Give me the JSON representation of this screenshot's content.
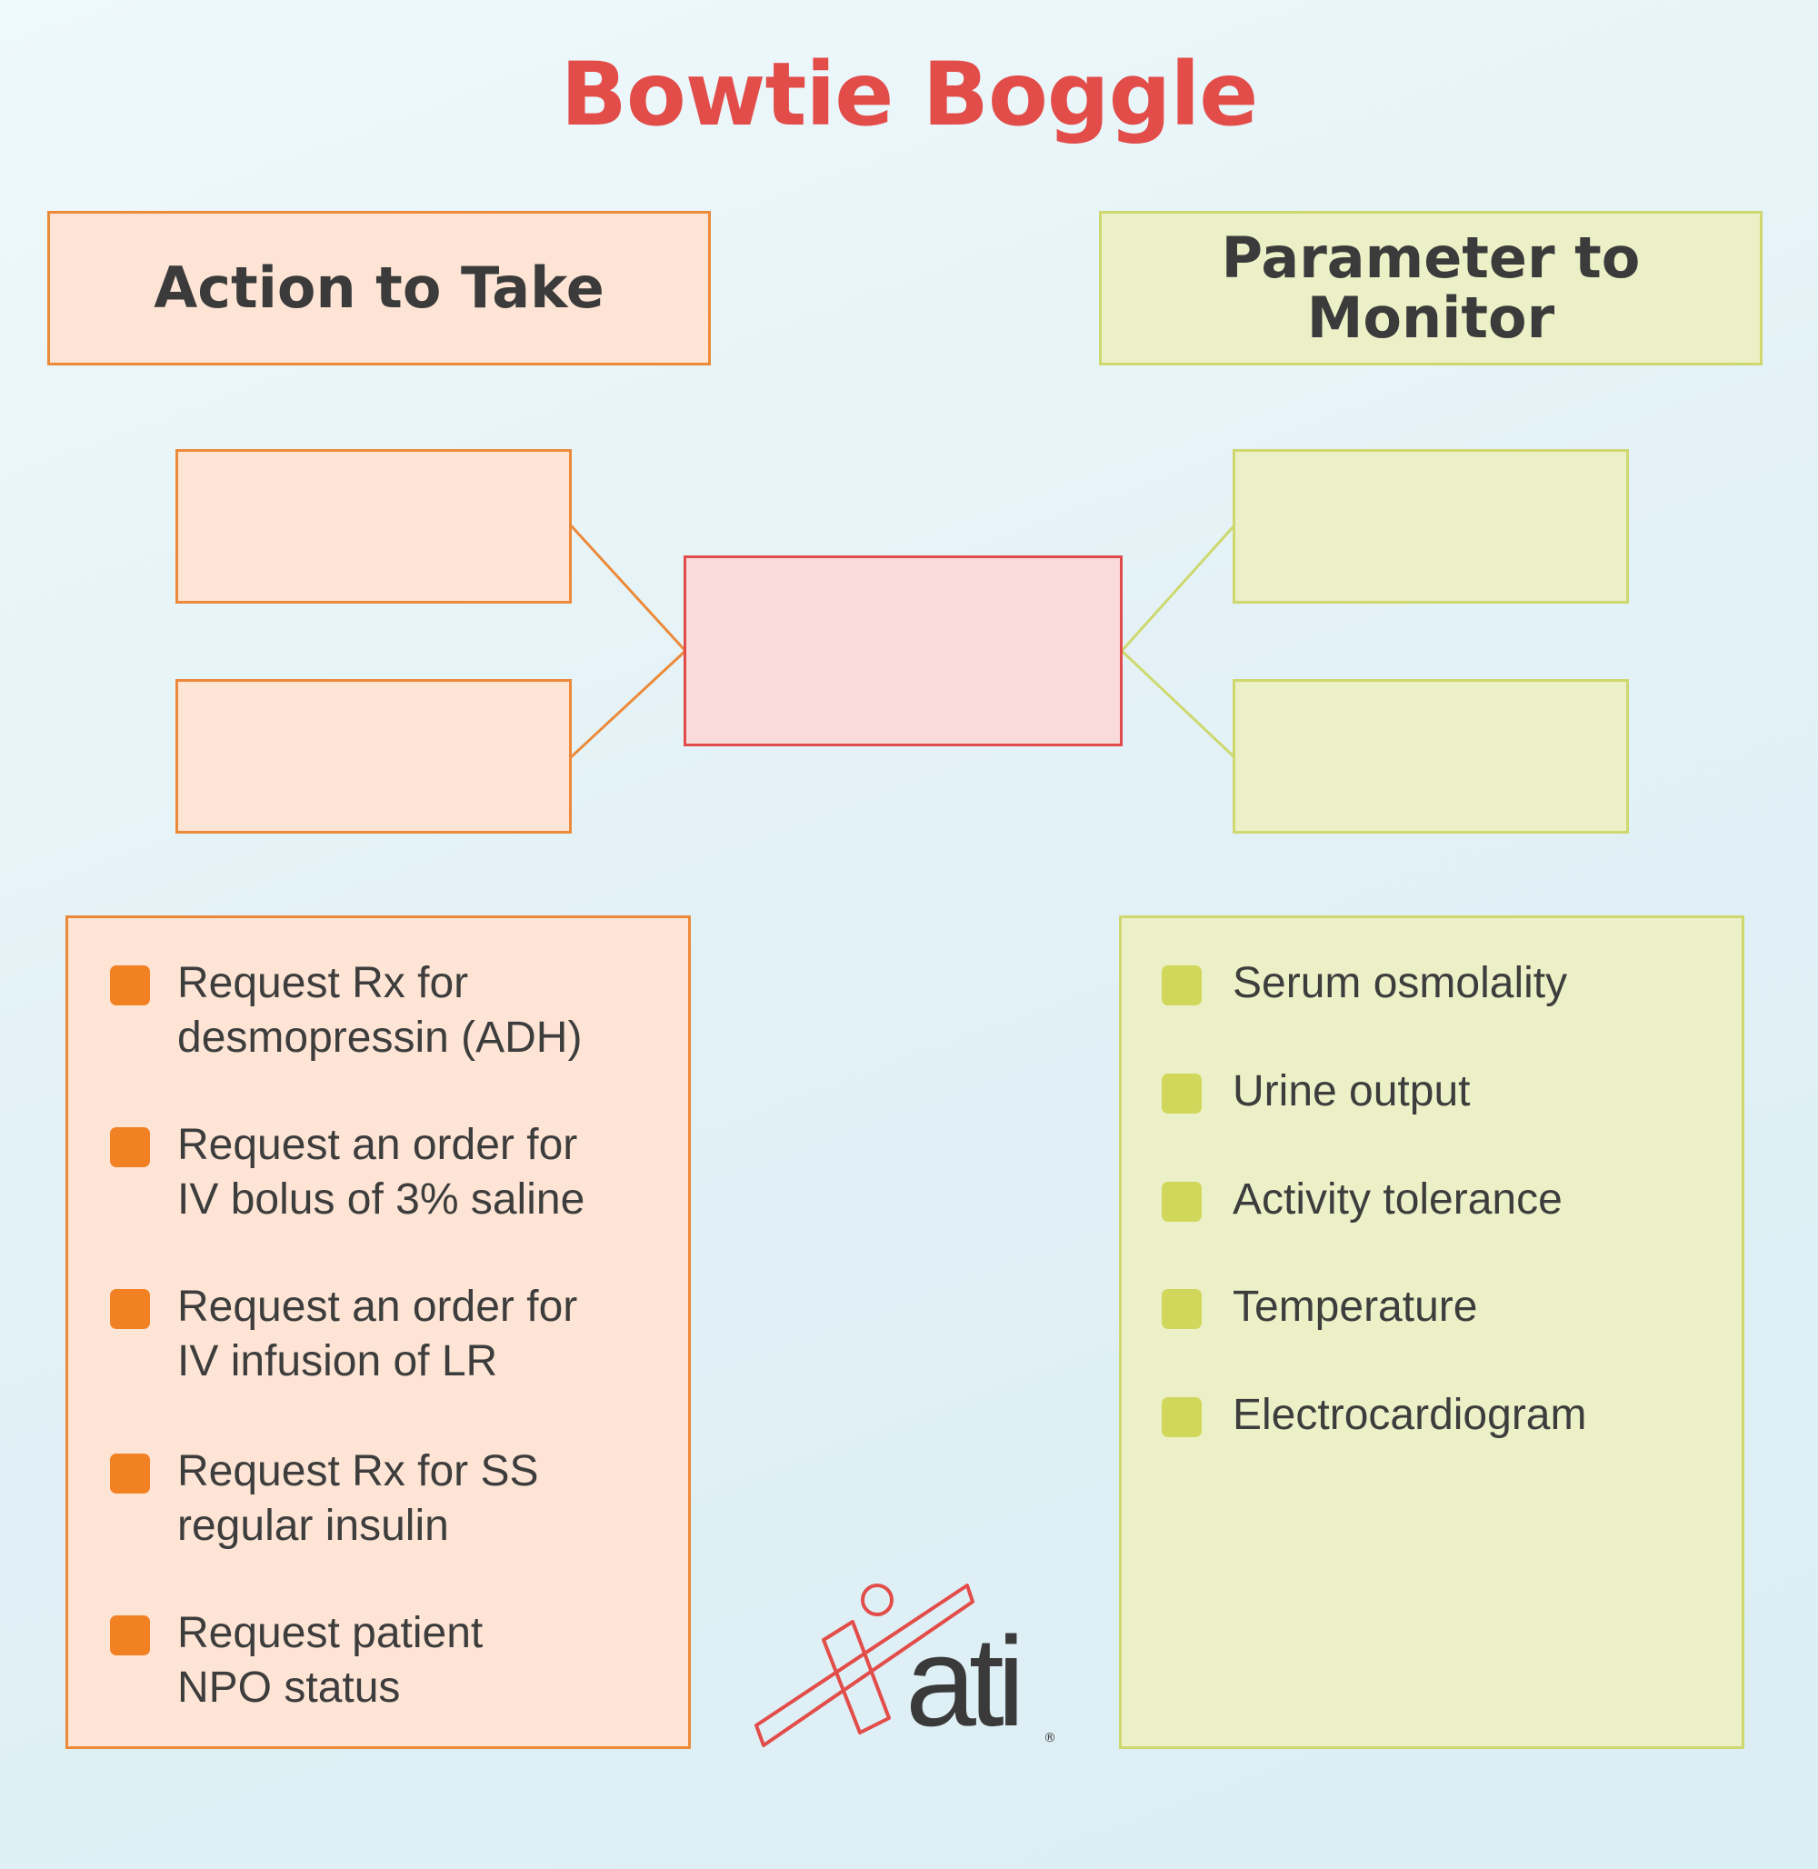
{
  "title": "Bowtie Boggle",
  "headers": {
    "action": "Action to Take",
    "parameter": "Parameter to\nMonitor"
  },
  "actions": [
    "Request Rx for\ndesmopressin (ADH)",
    "Request an order for\nIV bolus of 3% saline",
    "Request an order for\nIV infusion of LR",
    "Request Rx for SS\nregular insulin",
    "Request patient\nNPO status"
  ],
  "parameters": [
    "Serum osmolality",
    "Urine output",
    "Activity tolerance",
    "Temperature",
    "Electrocardiogram"
  ],
  "logo": {
    "wordmark": "ati",
    "registered": "®"
  },
  "colors": {
    "title": "#e24d4a",
    "action_fill": "#fde4d4",
    "action_border": "#ec8a3a",
    "action_bullet": "#f28124",
    "parameter_fill": "#ecf0c6",
    "parameter_border": "#cfd86e",
    "parameter_bullet": "#d1d75a",
    "center_fill": "#fadbdb",
    "center_border": "#e04b4b"
  }
}
